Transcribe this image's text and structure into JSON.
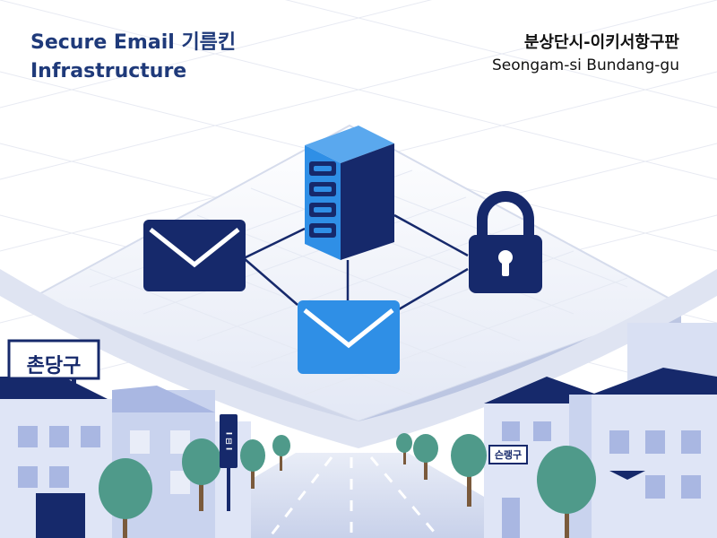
{
  "header": {
    "title_line1": "Secure Email 기름킨",
    "title_line2": "Infrastructure"
  },
  "location": {
    "korean": "분상단시-이키서항구판",
    "english": "Seongam-si Bundang-gu"
  },
  "signs": {
    "district_left": "촌당구",
    "pole_sign": "I ⊟ I",
    "building_right": "슨랭구"
  },
  "icons": [
    "envelope-icon",
    "server-icon",
    "padlock-icon",
    "envelope-icon"
  ],
  "colors": {
    "navy": "#16296b",
    "accent_blue": "#2f8fe6",
    "building_light": "#c9d3ee",
    "building_mid": "#a9b7e2",
    "tree": "#4f9a8a",
    "road": "#d7dded"
  }
}
